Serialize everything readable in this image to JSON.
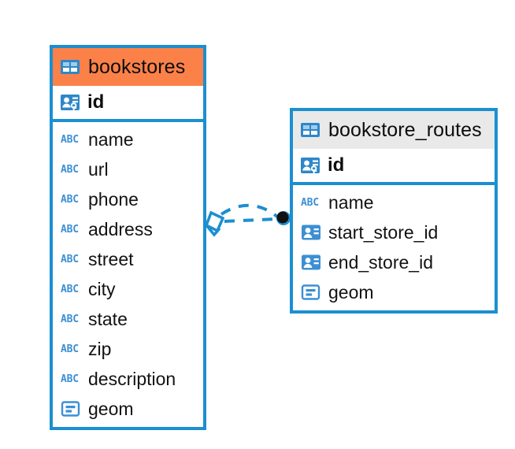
{
  "diagram": {
    "type": "entity-relationship-diagram",
    "background_color": "#FFFFFF",
    "accent_blue": "#1B8FD0",
    "header_orange": "#FC8148",
    "header_gray": "#E9E9E9",
    "icon_blue": "#3C8FD4"
  },
  "tables": [
    {
      "name": "bookstores",
      "header_color": "#FC8148",
      "table_icon": "table-grid-icon",
      "primary_key": {
        "label": "id",
        "icon": "primary-key-icon"
      },
      "fields": [
        {
          "label": "name",
          "icon": "abc-text-icon",
          "icon_text": "ABC"
        },
        {
          "label": "url",
          "icon": "abc-text-icon",
          "icon_text": "ABC"
        },
        {
          "label": "phone",
          "icon": "abc-text-icon",
          "icon_text": "ABC"
        },
        {
          "label": "address",
          "icon": "abc-text-icon",
          "icon_text": "ABC"
        },
        {
          "label": "street",
          "icon": "abc-text-icon",
          "icon_text": "ABC"
        },
        {
          "label": "city",
          "icon": "abc-text-icon",
          "icon_text": "ABC"
        },
        {
          "label": "state",
          "icon": "abc-text-icon",
          "icon_text": "ABC"
        },
        {
          "label": "zip",
          "icon": "abc-text-icon",
          "icon_text": "ABC"
        },
        {
          "label": "description",
          "icon": "abc-text-icon",
          "icon_text": "ABC"
        },
        {
          "label": "geom",
          "icon": "geometry-icon"
        }
      ]
    },
    {
      "name": "bookstore_routes",
      "header_color": "#E9E9E9",
      "table_icon": "table-grid-icon",
      "primary_key": {
        "label": "id",
        "icon": "primary-key-icon"
      },
      "fields": [
        {
          "label": "name",
          "icon": "abc-text-icon",
          "icon_text": "ABC"
        },
        {
          "label": "start_store_id",
          "icon": "foreign-key-icon"
        },
        {
          "label": "end_store_id",
          "icon": "foreign-key-icon"
        },
        {
          "label": "geom",
          "icon": "geometry-icon"
        }
      ]
    }
  ],
  "relationship": {
    "source_table": "bookstores",
    "target_table": "bookstore_routes",
    "source_marker": "diamond-outline-marker",
    "target_marker": "filled-circle-marker",
    "line_style": "dashed",
    "line_color": "#1B8FD0"
  }
}
